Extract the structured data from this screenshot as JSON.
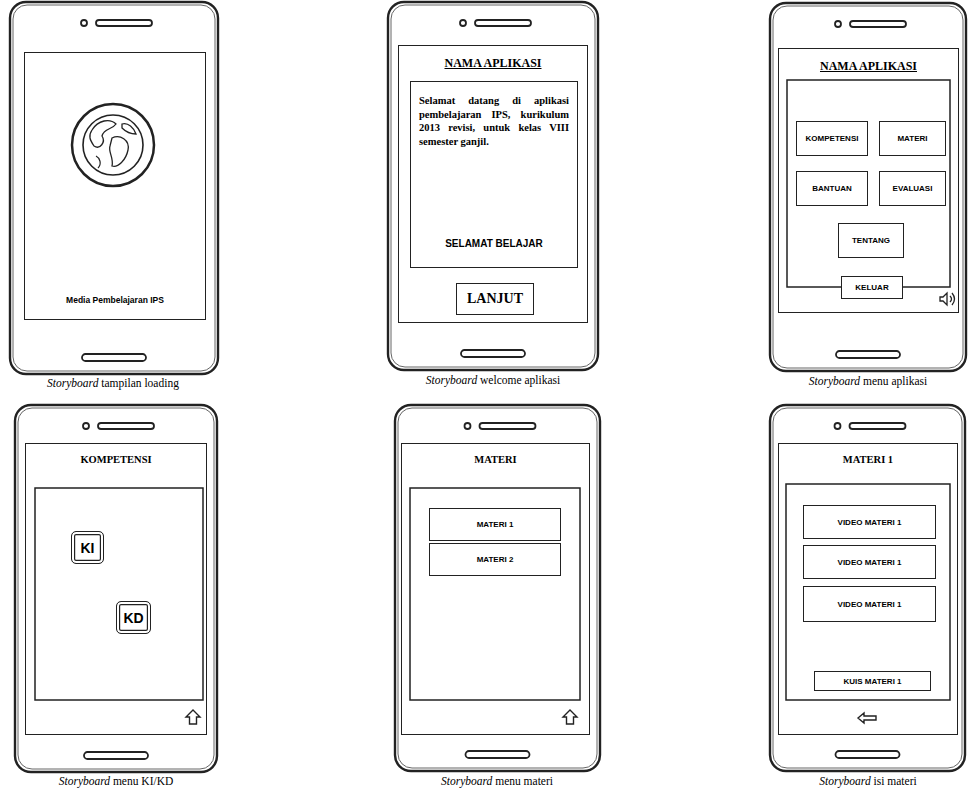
{
  "diagram": {
    "nodes": [
      {
        "text": [
          "Media Pembelajaran IPS"
        ]
      },
      {
        "text": [
          "NAMA APLIKASI"
        ]
      },
      {
        "text": [
          "Selamat datang di aplikasi pembelajaran IPS, kurikulum 2013 revisi, untuk kelas VIII semester ganjil.",
          "SELAMAT BELAJAR"
        ],
        "in": 1
      },
      {
        "text": [
          "LANJUT"
        ],
        "in": 1
      },
      {
        "text": [
          "NAMA APLIKASI"
        ]
      },
      {
        "text": [
          "KOMPETENSI"
        ],
        "in": 4
      },
      {
        "text": [
          "MATERI"
        ],
        "in": 4
      },
      {
        "text": [
          "BANTUAN"
        ],
        "in": 4
      },
      {
        "text": [
          "EVALUASI"
        ],
        "in": 4
      },
      {
        "text": [
          "TENTANG"
        ],
        "in": 4
      },
      {
        "text": [
          "KELUAR"
        ],
        "in": 4
      },
      {
        "text": [
          "KOMPETENSI"
        ]
      },
      {
        "text": [
          "KI"
        ],
        "in": 11
      },
      {
        "text": [
          "KD"
        ],
        "in": 11
      },
      {
        "text": [
          "MATERI"
        ]
      },
      {
        "text": [
          "MATERI 1"
        ],
        "in": 14
      },
      {
        "text": [
          "MATERI 2"
        ],
        "in": 14
      },
      {
        "text": [
          "MATERI 1"
        ]
      },
      {
        "text": [
          "VIDEO MATERI 1"
        ],
        "in": 17
      },
      {
        "text": [
          "VIDEO MATERI 1"
        ],
        "in": 17
      },
      {
        "text": [
          "VIDEO MATERI 1"
        ],
        "in": 17
      },
      {
        "text": [
          "KUIS MATERI 1"
        ],
        "in": 17
      }
    ],
    "labels": [
      "Storyboard tampilan loading",
      "Storyboard welcome aplikasi",
      "Storyboard menu aplikasi",
      "Storyboard menu KI/KD",
      "Storyboard menu materi",
      "Storyboard isi materi"
    ]
  }
}
